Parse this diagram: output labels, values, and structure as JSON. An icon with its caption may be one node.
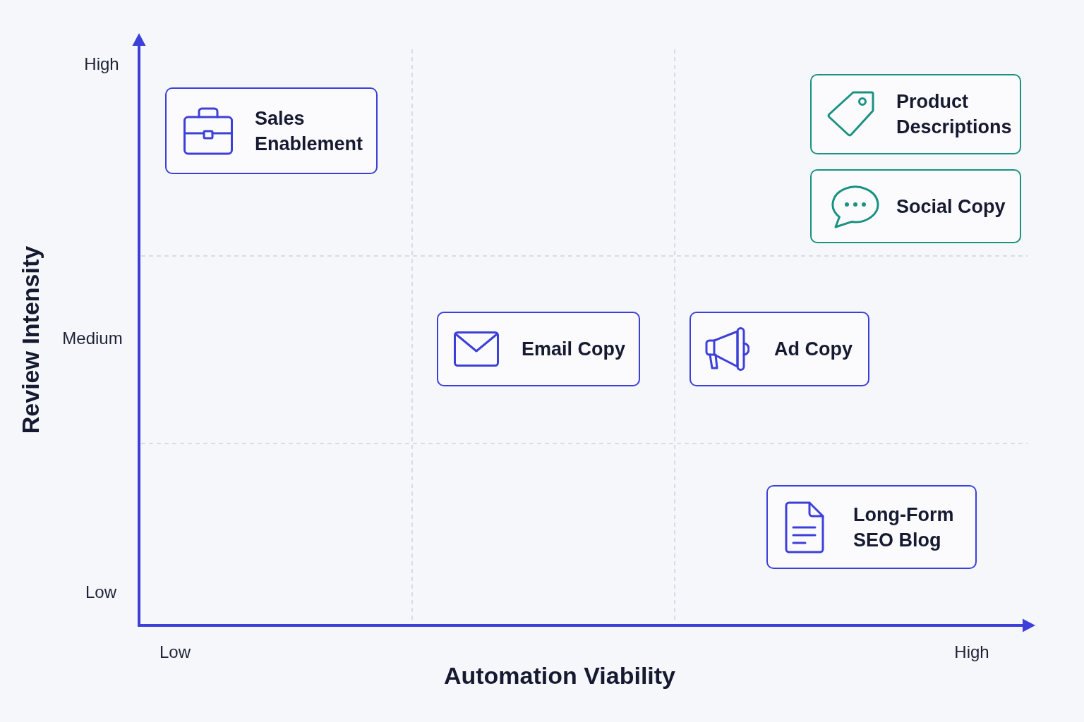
{
  "diagram": {
    "nodes": [
      {
        "text": [
          "Sales Enablement"
        ]
      },
      {
        "text": [
          "Product Descriptions"
        ]
      },
      {
        "text": [
          "Social Copy"
        ]
      },
      {
        "text": [
          "Email Copy"
        ]
      },
      {
        "text": [
          "Ad Copy"
        ]
      },
      {
        "text": [
          "Long-Form SEO Blog"
        ]
      }
    ],
    "labels": [
      "High",
      "Review Intensity",
      "Medium",
      "Low",
      "Low",
      "High",
      "Automation Viability"
    ]
  }
}
